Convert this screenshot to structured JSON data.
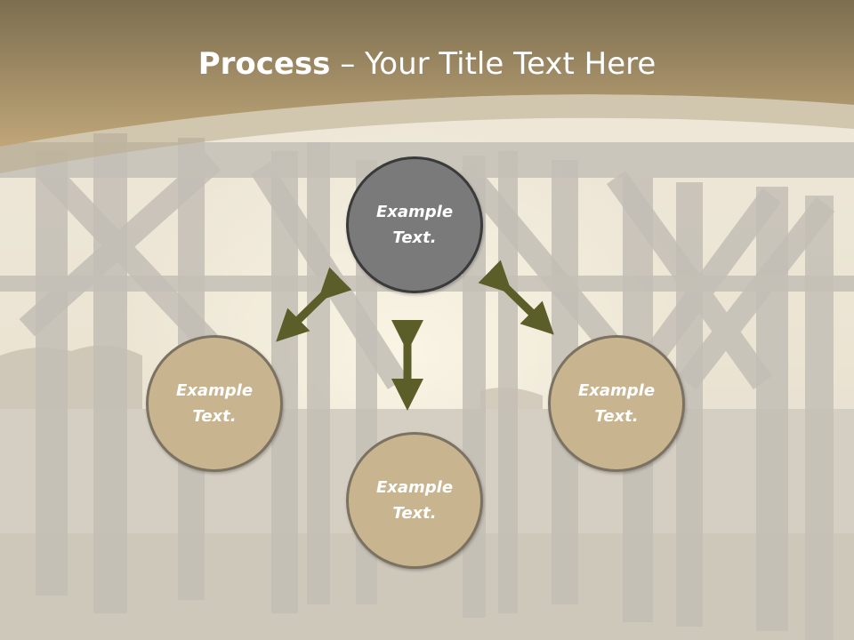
{
  "slide": {
    "title_bold": "Process",
    "title_rest": " – Your Title Text Here"
  },
  "nodes": [
    {
      "id": "top",
      "text": "Example\nText.",
      "color": "#7a7a7a"
    },
    {
      "id": "left",
      "text": "Example\nText.",
      "color": "#c8b590"
    },
    {
      "id": "bottom",
      "text": "Example\nText.",
      "color": "#c8b590"
    },
    {
      "id": "right",
      "text": "Example\nText.",
      "color": "#c8b590"
    }
  ],
  "colors": {
    "header_top": "#7c6e50",
    "header_bottom": "#c0a678",
    "arrow": "#5c5e2a",
    "background": "#e8e2d6"
  }
}
